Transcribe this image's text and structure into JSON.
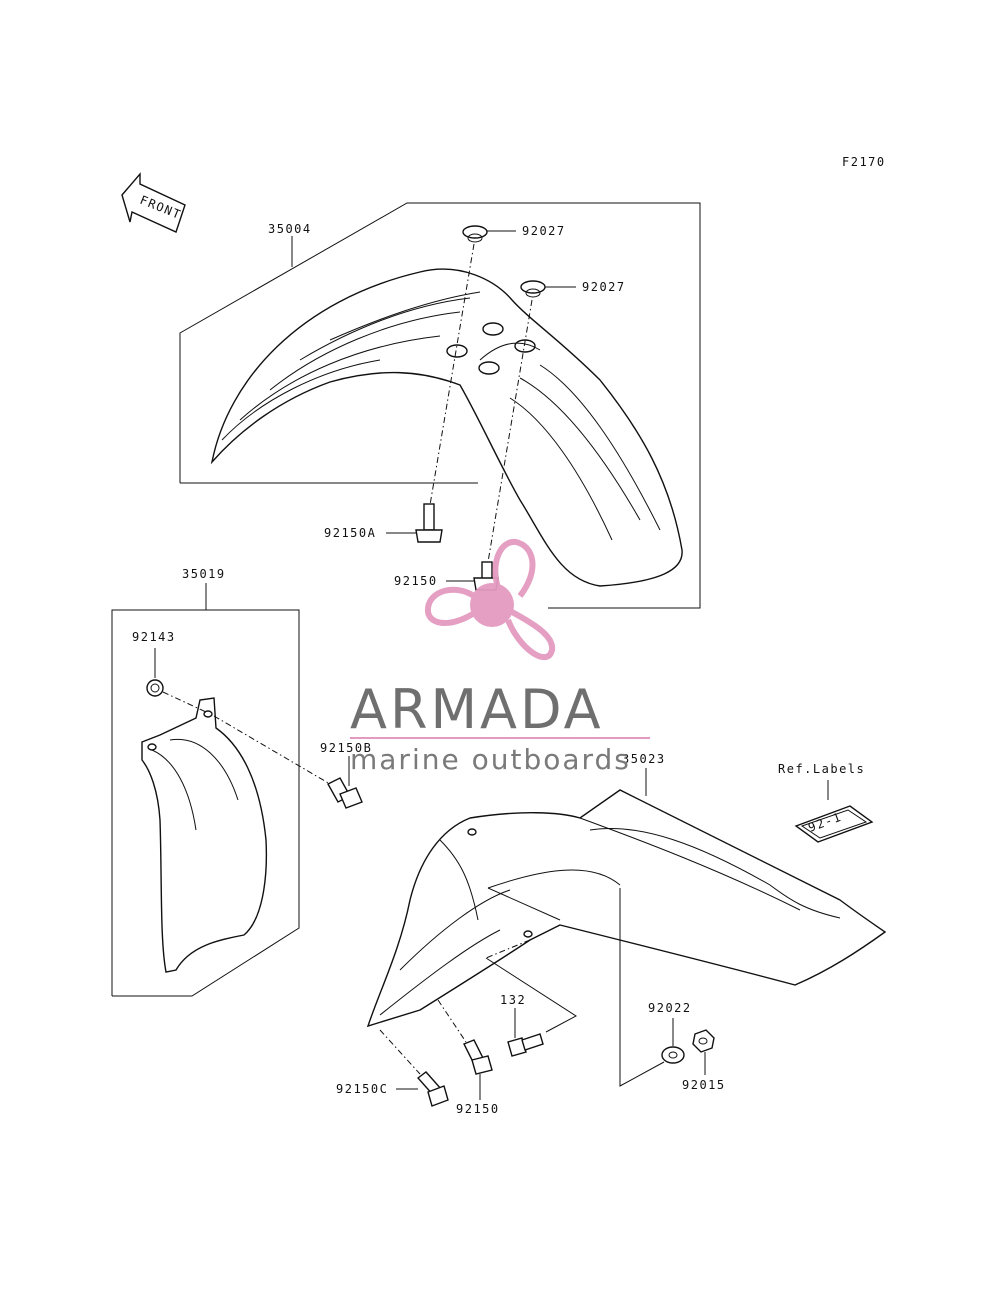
{
  "figure_code": "F2170",
  "front_arrow_label": "FRONT",
  "parts": {
    "p35004": "35004",
    "p92027a": "92027",
    "p92027b": "92027",
    "p92150A": "92150A",
    "p92150_top": "92150",
    "p35019": "35019",
    "p92143": "92143",
    "p92150B": "92150B",
    "p35023": "35023",
    "p132": "132",
    "p92022": "92022",
    "p92015": "92015",
    "p92150C": "92150C",
    "p92150_bottom": "92150"
  },
  "ref_labels": {
    "title": "Ref.Labels",
    "tag": "92-1"
  },
  "watermark": {
    "name": "ARMADA",
    "tagline": "marine outboards",
    "logo_color": "#e39ac0"
  }
}
